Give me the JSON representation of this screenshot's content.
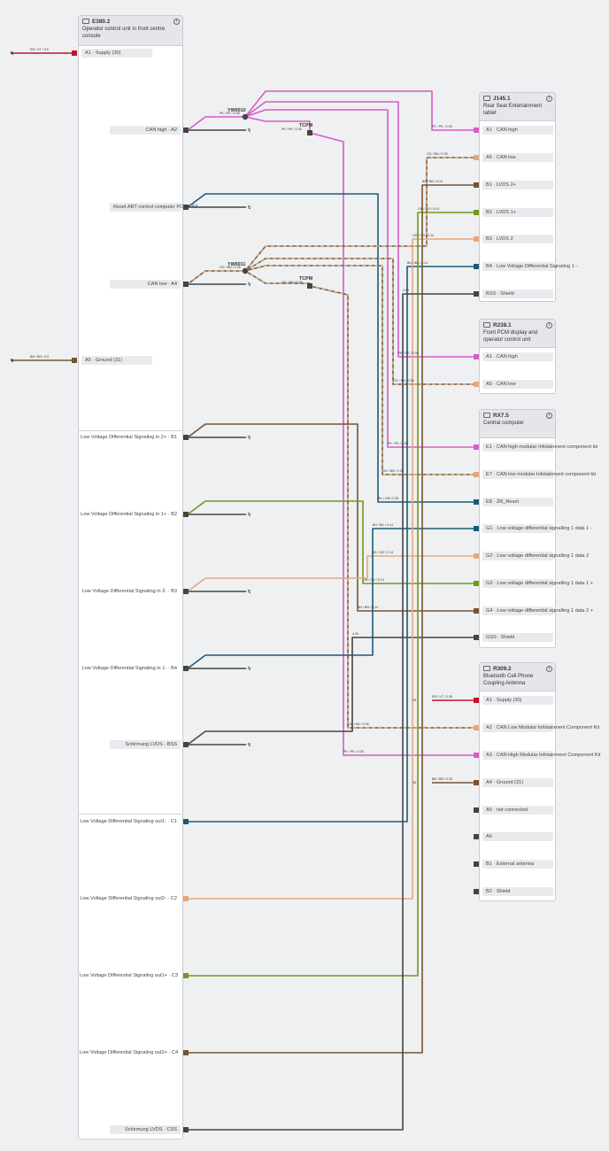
{
  "units": {
    "e380": {
      "id": "E380.2",
      "name": "Operator control unit in front centre console"
    },
    "j145": {
      "id": "J145.1",
      "name": "Rear Seat Entertainment tablet"
    },
    "r238": {
      "id": "R238.1",
      "name": "Front PCM display and operator control unit"
    },
    "rx7": {
      "id": "RX7.5",
      "name": "Central computer"
    },
    "r309": {
      "id": "R309.2",
      "name": "Bluetooth Cell Phone Coupling Antenna"
    }
  },
  "e380_pins": [
    {
      "label": "A1 · Supply (30)"
    },
    {
      "label": "CAN high · A2"
    },
    {
      "label": "Reset ABT control computer PCM · A3"
    },
    {
      "label": "CAN low · A4"
    },
    {
      "label": "A5 · Ground (31)"
    },
    {
      "label": "Low Voltage Differential Signaling in 2+ · B1"
    },
    {
      "label": "Low Voltage Differential Signaling in 1+ · B2"
    },
    {
      "label": "Low Voltage Differential Signaling in 2- · B3"
    },
    {
      "label": "Low Voltage Differential Signaling in 1- · B4"
    },
    {
      "label": "Schirmung LVDS · BSS"
    },
    {
      "label": "Low Voltage Differential Signaling out1- · C1"
    },
    {
      "label": "Low Voltage Differential Signaling out2- · C2"
    },
    {
      "label": "Low Voltage Differential Signaling out1+ · C3"
    },
    {
      "label": "Low Voltage Differential Signaling out2+ · C4"
    },
    {
      "label": "Schirmung LVDS · CSS"
    }
  ],
  "j145_pins": [
    {
      "label": "A1 · CAN high"
    },
    {
      "label": "A5 · CAN low"
    },
    {
      "label": "B1 · LVDS 2+"
    },
    {
      "label": "B2 · LVDS 1+"
    },
    {
      "label": "B3 · LVDS 2"
    },
    {
      "label": "B4 · Low Voltage Differential Signaling 1 -"
    },
    {
      "label": "BSS · Shield"
    }
  ],
  "r238_pins": [
    {
      "label": "A1 · CAN high"
    },
    {
      "label": "A5 · CAN low"
    }
  ],
  "rx7_pins": [
    {
      "label": "E1 · CAN high modular Infotainment component kit"
    },
    {
      "label": "E7 · CAN low modular Infotainment component kit"
    },
    {
      "label": "E8 · ZR_Reset"
    },
    {
      "label": "G1 · Low voltage differential signalling 1 data 1 -"
    },
    {
      "label": "G2 · Low voltage differential signalling 1 data 2"
    },
    {
      "label": "G3 · Low voltage differential signalling 1 data 1 +"
    },
    {
      "label": "G4 · Low voltage differential signalling 1 data 2 +"
    },
    {
      "label": "GSS · Shield"
    }
  ],
  "r309_pins": [
    {
      "label": "A1 · Supply (30)"
    },
    {
      "label": "A2 · CAN Low Modular Infotainment Component Kit"
    },
    {
      "label": "A3 · CAN High Modular Infotainment Component Kit"
    },
    {
      "label": "A4 · Ground (31)"
    },
    {
      "label": "A5 · not connected"
    },
    {
      "label": "A6"
    },
    {
      "label": "B1 · External antenna"
    },
    {
      "label": "B2 · Shield"
    }
  ],
  "nodes": {
    "yw10": "YW0010",
    "yw11": "YW0011",
    "tcpm1": "TCPM",
    "tcpm2": "TCPM"
  },
  "wire_labels": {
    "supply": "RD / VT / 0.5",
    "ground": "BN / BN / 0.5",
    "can_high_main": "PK / PK / 0.35",
    "can_high_tcpm": "PK / PK / 0.35",
    "can_low_main": "OG / BN / 0.35",
    "can_low_tcpm": "OG / BN / 0.35",
    "j145_a5": "OG / BN / 0.35",
    "j145_b1": "BN / BN / 0.14",
    "j145_b2": "GN / GN / 0.14",
    "j145_b3": "OG / OG / 0.14",
    "j145_b4": "BU / BU / 0.14",
    "j145_bss": "4.00",
    "r238_a1": "PK / PK / 0.35",
    "r238_a5": "OG / BN / 0.35",
    "rx7_e1": "PK / PK / 0.35",
    "rx7_e7": "OG / BN / 0.35",
    "rx7_e8": "BU / GN / 0.35",
    "rx7_g1": "BU / BU / 0.14",
    "rx7_g2": "OG / OG / 0.14",
    "rx7_g3": "GN / GN / 0.14",
    "rx7_g4": "BN / BN / 0.14",
    "rx7_gss": "4.00",
    "r309_a1": "RD / VT / 0.35",
    "r309_a2": "OG / BN / 0.35",
    "r309_a3": "PK / PK / 0.35",
    "r309_a4": "BN / BN / 0.35",
    "r309_a1_dist": "35",
    "r309_a4_dist": "35"
  },
  "colors": {
    "pink": "#d65cc8",
    "orange": "#e8a77a",
    "brown": "#7a5230",
    "blue": "#1f5a78",
    "green": "#6f9a1c",
    "gray": "#4a4a4a",
    "red": "#c8102e",
    "dash": "#eac8a8"
  }
}
